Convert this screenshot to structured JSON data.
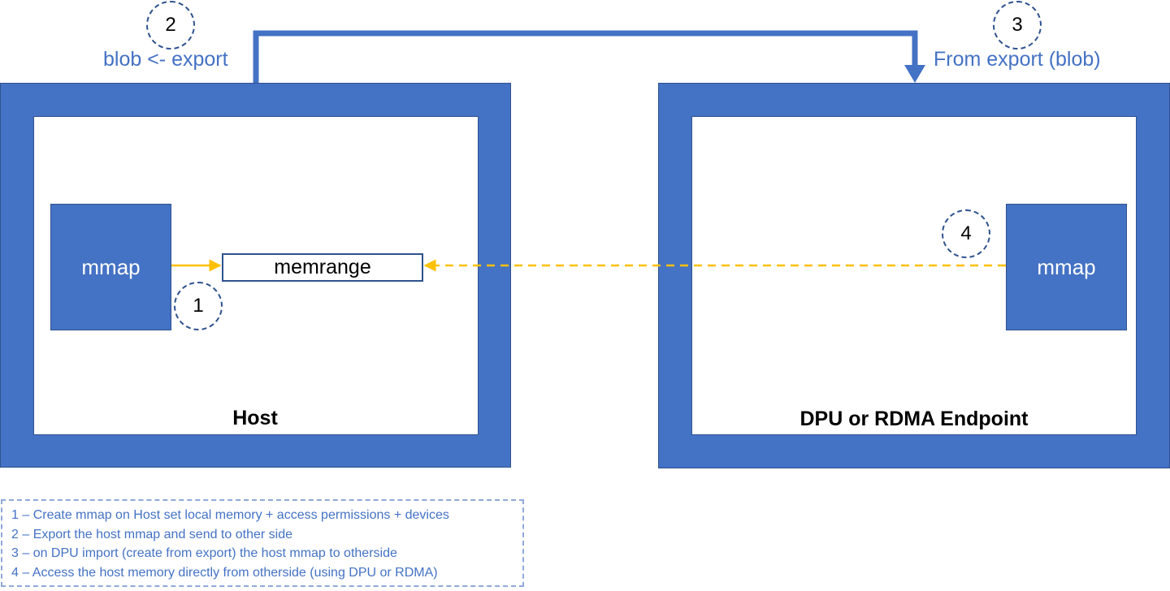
{
  "host": {
    "label": "Host",
    "mmap_label": "mmap",
    "memrange_label": "memrange"
  },
  "remote": {
    "label": "DPU or RDMA Endpoint",
    "mmap_label": "mmap"
  },
  "steps": [
    {
      "number": "1"
    },
    {
      "number": "2",
      "label": "blob <- export"
    },
    {
      "number": "3",
      "label": "From export (blob)"
    },
    {
      "number": "4"
    }
  ],
  "legend": [
    "1 – Create mmap on Host set local memory + access permissions + devices",
    "2 – Export the host mmap and send to other side",
    "3 – on DPU import (create from export) the host mmap to otherside",
    "4 – Access the host memory directly from otherside (using DPU or RDMA)"
  ],
  "colors": {
    "box_blue": "#4472c4",
    "border_blue": "#2f528f",
    "arrow_orange": "#ffc000",
    "text_blue": "#4472c4"
  }
}
